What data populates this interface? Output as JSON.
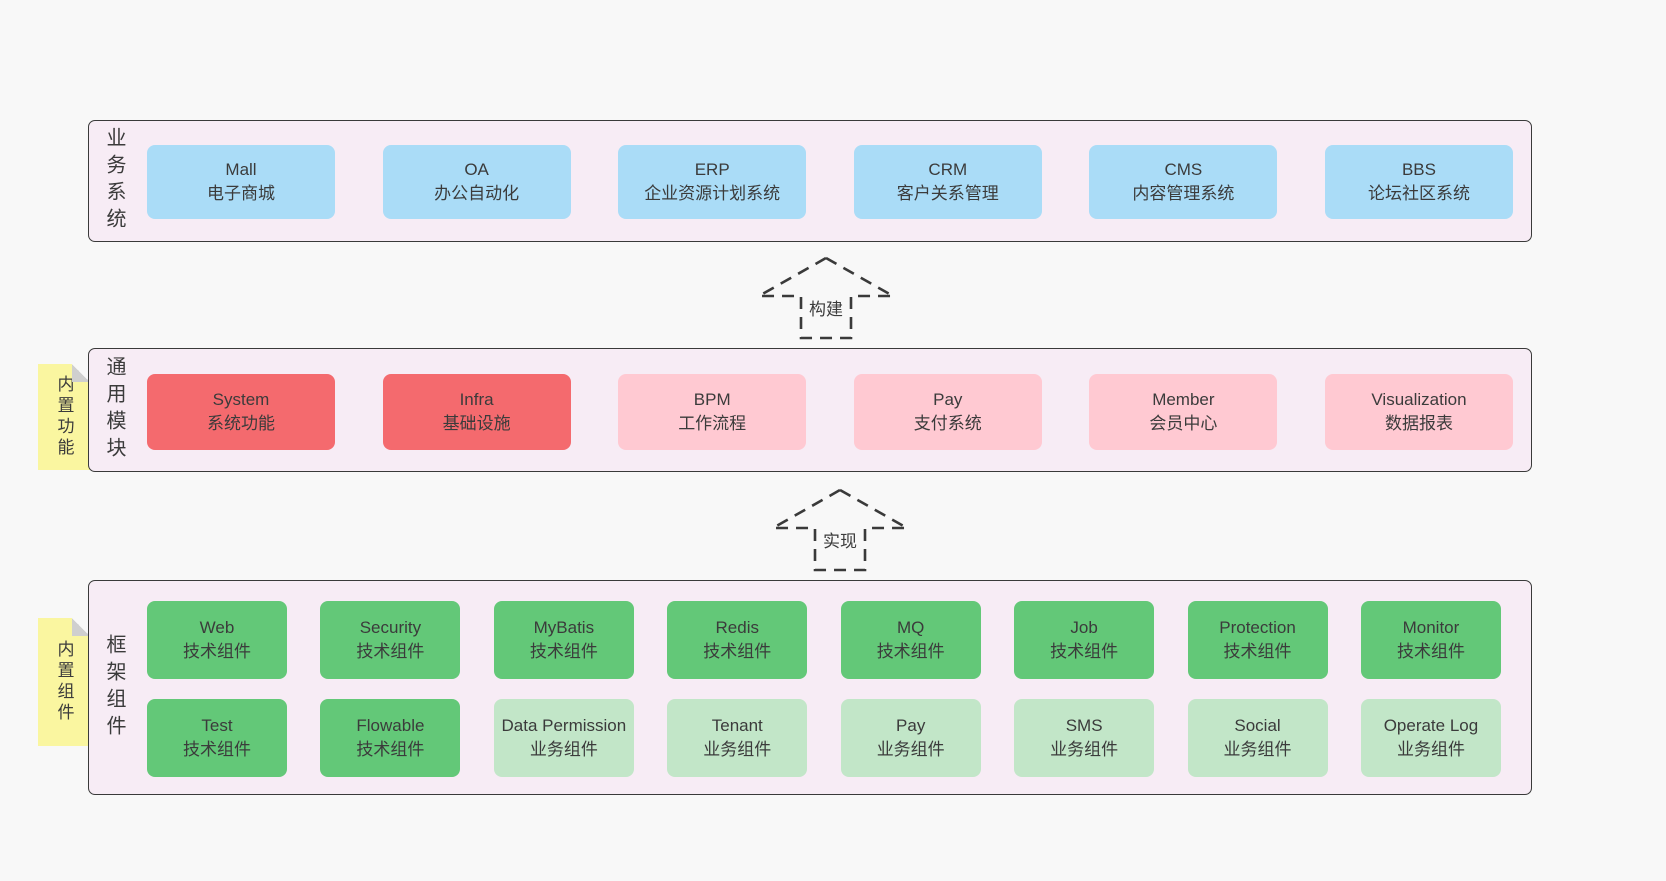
{
  "colors": {
    "canvas_bg": "#f8f8f8",
    "panel_fill": "#f7ecf5",
    "panel_border": "#3a3a3a",
    "blue": "#aadcf7",
    "red": "#f46a6e",
    "pink": "#ffc9d2",
    "green": "#63c878",
    "green_light": "#c2e6c8",
    "sticky": "#faf6a0",
    "fold": "#cfcfcf",
    "text": "#3b3b3b"
  },
  "arrows": {
    "build": {
      "label": "构建"
    },
    "implement": {
      "label": "实现"
    }
  },
  "sections": {
    "business": {
      "label": "业务系统",
      "items": [
        {
          "name": "Mall",
          "desc": "电子商城"
        },
        {
          "name": "OA",
          "desc": "办公自动化"
        },
        {
          "name": "ERP",
          "desc": "企业资源计划系统"
        },
        {
          "name": "CRM",
          "desc": "客户关系管理"
        },
        {
          "name": "CMS",
          "desc": "内容管理系统"
        },
        {
          "name": "BBS",
          "desc": "论坛社区系统"
        }
      ]
    },
    "modules": {
      "label": "通用模块",
      "sticky": "内置功能",
      "items": [
        {
          "name": "System",
          "desc": "系统功能",
          "variant": "red"
        },
        {
          "name": "Infra",
          "desc": "基础设施",
          "variant": "red"
        },
        {
          "name": "BPM",
          "desc": "工作流程",
          "variant": "pink"
        },
        {
          "name": "Pay",
          "desc": "支付系统",
          "variant": "pink"
        },
        {
          "name": "Member",
          "desc": "会员中心",
          "variant": "pink"
        },
        {
          "name": "Visualization",
          "desc": "数据报表",
          "variant": "pink"
        }
      ]
    },
    "framework": {
      "label": "框架组件",
      "sticky": "内置组件",
      "row1": [
        {
          "name": "Web",
          "desc": "技术组件",
          "variant": "green"
        },
        {
          "name": "Security",
          "desc": "技术组件",
          "variant": "green"
        },
        {
          "name": "MyBatis",
          "desc": "技术组件",
          "variant": "green"
        },
        {
          "name": "Redis",
          "desc": "技术组件",
          "variant": "green"
        },
        {
          "name": "MQ",
          "desc": "技术组件",
          "variant": "green"
        },
        {
          "name": "Job",
          "desc": "技术组件",
          "variant": "green"
        },
        {
          "name": "Protection",
          "desc": "技术组件",
          "variant": "green"
        },
        {
          "name": "Monitor",
          "desc": "技术组件",
          "variant": "green"
        }
      ],
      "row2": [
        {
          "name": "Test",
          "desc": "技术组件",
          "variant": "green"
        },
        {
          "name": "Flowable",
          "desc": "技术组件",
          "variant": "green"
        },
        {
          "name": "Data Permission",
          "desc": "业务组件",
          "variant": "light-green"
        },
        {
          "name": "Tenant",
          "desc": "业务组件",
          "variant": "light-green"
        },
        {
          "name": "Pay",
          "desc": "业务组件",
          "variant": "light-green"
        },
        {
          "name": "SMS",
          "desc": "业务组件",
          "variant": "light-green"
        },
        {
          "name": "Social",
          "desc": "业务组件",
          "variant": "light-green"
        },
        {
          "name": "Operate Log",
          "desc": "业务组件",
          "variant": "light-green"
        }
      ]
    }
  }
}
